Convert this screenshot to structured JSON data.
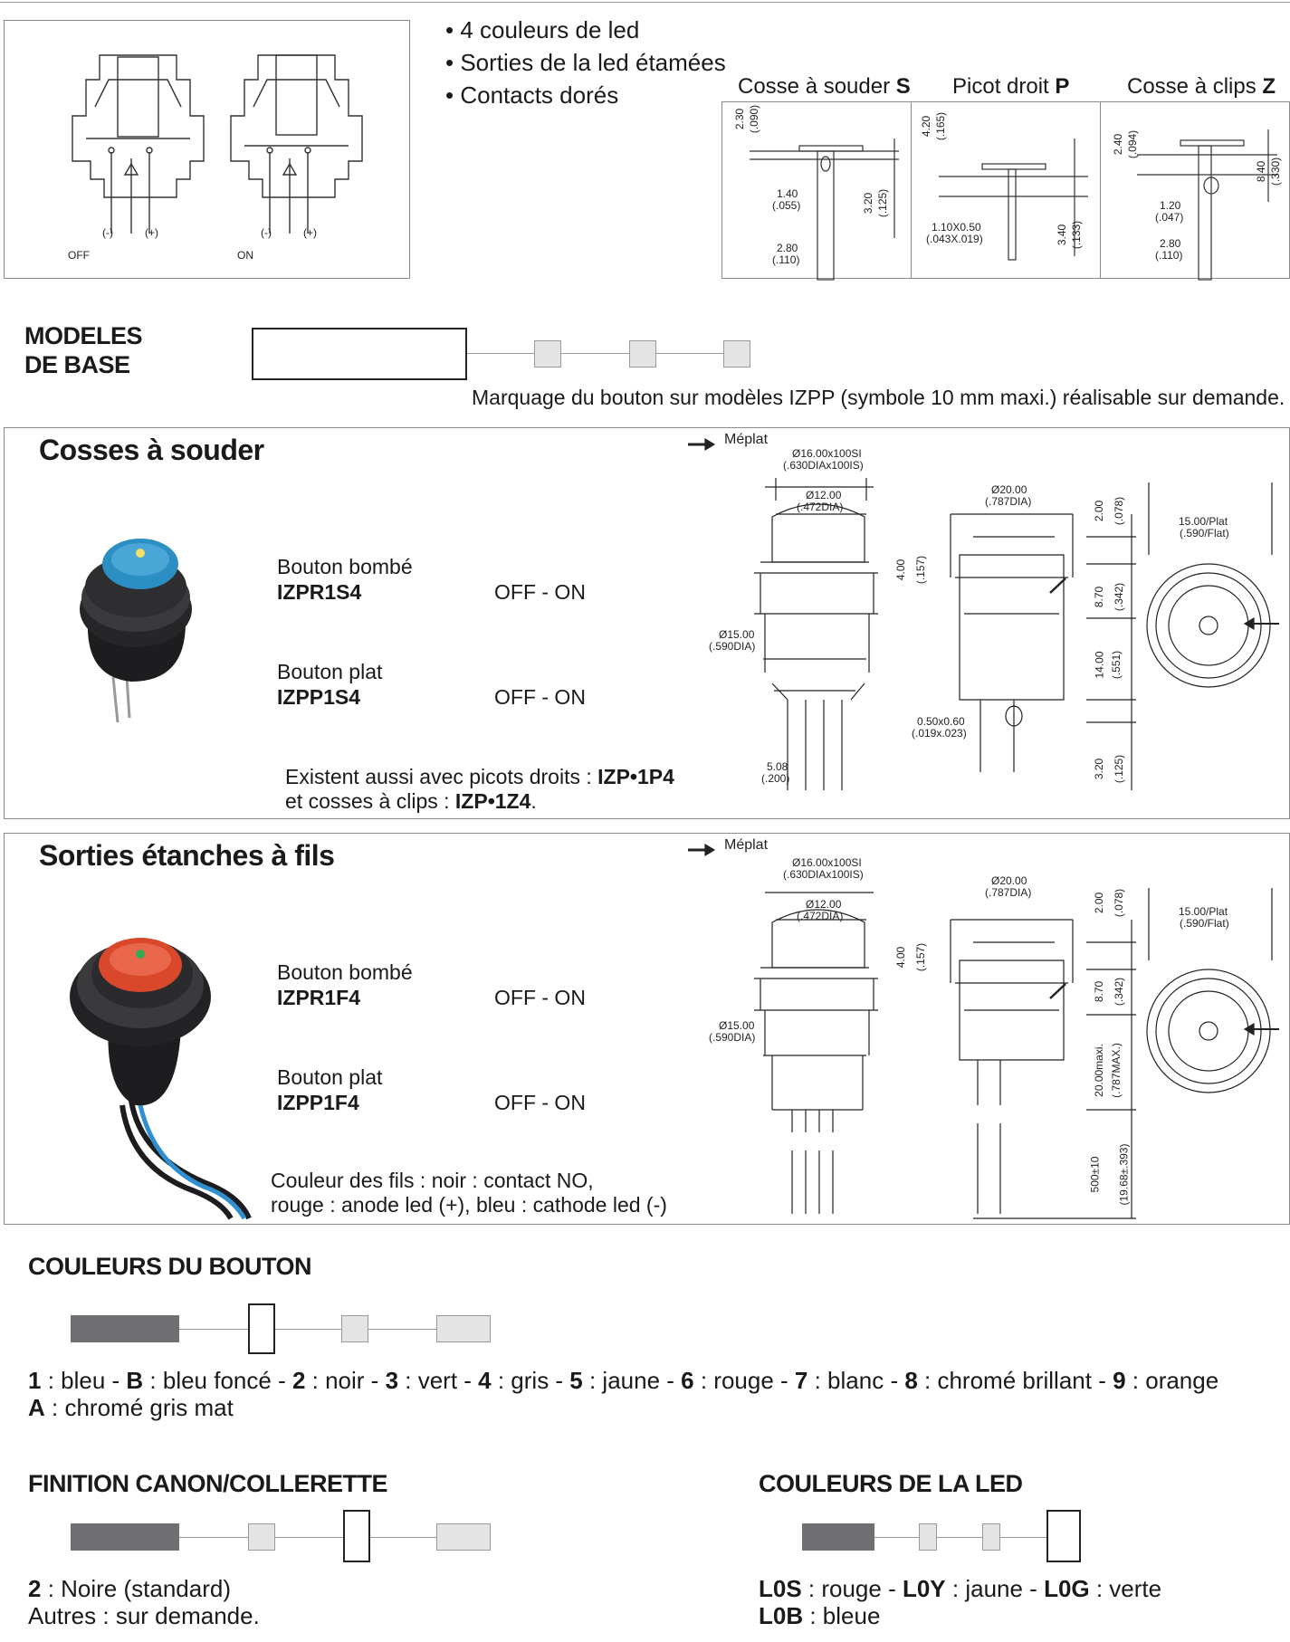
{
  "features": [
    "4 couleurs de led",
    "Sorties de la led étamées",
    "Contacts dorés"
  ],
  "circuit": {
    "off": "OFF",
    "on": "ON",
    "minus": "(-)",
    "plus": "(+)"
  },
  "terminals": {
    "s": {
      "label": "Cosse à souder ",
      "code": "S",
      "dims": [
        "2.30",
        "(.090)",
        "1.40",
        "(.055)",
        "3.20",
        "(.125)",
        "2.80",
        "(.110)"
      ]
    },
    "p": {
      "label": "Picot droit ",
      "code": "P",
      "dims": [
        "4.20",
        "(.165)",
        "1.10X0.50",
        "(.043X.019)",
        "3.40",
        "(.133)"
      ]
    },
    "z": {
      "label": "Cosse à clips ",
      "code": "Z",
      "dims": [
        "2.40",
        "(.094)",
        "8.40",
        "(.330)",
        "1.20",
        "(.047)",
        "2.80",
        "(.110)"
      ]
    }
  },
  "modeles": {
    "title_line1": "MODELES",
    "title_line2": "DE BASE",
    "note": "Marquage du bouton sur modèles IZPP (symbole 10 mm maxi.) réalisable sur demande."
  },
  "solder": {
    "title": "Cosses à souder",
    "bombe_label": "Bouton bombé",
    "bombe_code": "IZPR1S4",
    "bombe_func": "OFF - ON",
    "plat_label": "Bouton plat",
    "plat_code": "IZPP1S4",
    "plat_func": "OFF - ON",
    "note1_a": "Existent aussi avec picots droits : ",
    "note1_b": "IZP•1P4",
    "note2_a": "et cosses à clips : ",
    "note2_b": "IZP•1Z4",
    "note2_c": ".",
    "dims": {
      "meplat": "Méplat",
      "d16": "Ø16.00x100SI",
      "d16b": "(.630DIAx100IS)",
      "d12": "Ø12.00",
      "d12b": "(.472DIA)",
      "d20": "Ø20.00",
      "d20b": "(.787DIA)",
      "d15": "Ø15.00",
      "d15b": "(.590DIA)",
      "h200": "2.00",
      "h200b": "(.078)",
      "flat": "15.00/Plat",
      "flatb": "(.590/Flat)",
      "h400": "4.00",
      "h400b": "(.157)",
      "h870": "8.70",
      "h870b": "(.342)",
      "h1400": "14.00",
      "h1400b": "(.551)",
      "pin": "0.50x0.60",
      "pinb": "(.019x.023)",
      "h320": "3.20",
      "h320b": "(.125)",
      "w508": "5.08",
      "w508b": "(.200)"
    }
  },
  "wires": {
    "title": "Sorties étanches à fils",
    "bombe_label": "Bouton bombé",
    "bombe_code": "IZPR1F4",
    "bombe_func": "OFF - ON",
    "plat_label": "Bouton plat",
    "plat_code": "IZPP1F4",
    "plat_func": "OFF - ON",
    "note1": "Couleur des fils : noir : contact NO,",
    "note2": "rouge : anode led (+), bleu : cathode led (-)",
    "dims": {
      "meplat": "Méplat",
      "d16": "Ø16.00x100SI",
      "d16b": "(.630DIAx100IS)",
      "d12": "Ø12.00",
      "d12b": "(.472DIA)",
      "d20": "Ø20.00",
      "d20b": "(.787DIA)",
      "d15": "Ø15.00",
      "d15b": "(.590DIA)",
      "h200": "2.00",
      "h200b": "(.078)",
      "flat": "15.00/Plat",
      "flatb": "(.590/Flat)",
      "h400": "4.00",
      "h400b": "(.157)",
      "h870": "8.70",
      "h870b": "(.342)",
      "h2000": "20.00maxi.",
      "h2000b": "(.787MAX.)",
      "h500": "500±10",
      "h500b": "(19.68±.393)"
    }
  },
  "button_colors": {
    "title": "COULEURS DU BOUTON",
    "line1": [
      {
        "code": "1",
        "text": " : bleu - "
      },
      {
        "code": "B",
        "text": " : bleu foncé - "
      },
      {
        "code": "2",
        "text": " : noir - "
      },
      {
        "code": "3",
        "text": " : vert - "
      },
      {
        "code": "4",
        "text": " : gris - "
      },
      {
        "code": "5",
        "text": " : jaune - "
      },
      {
        "code": "6",
        "text": " : rouge - "
      },
      {
        "code": "7",
        "text": " : blanc - "
      },
      {
        "code": "8",
        "text": " : chromé brillant - "
      },
      {
        "code": "9",
        "text": " : orange"
      }
    ],
    "line2": {
      "code": "A",
      "text": " : chromé gris mat"
    }
  },
  "finish": {
    "title": "FINITION CANON/COLLERETTE",
    "code": "2",
    "text": " : Noire (standard)",
    "line2": "Autres : sur demande."
  },
  "led": {
    "title": "COULEURS DE LA LED",
    "line1": [
      {
        "code": "L0S",
        "text": " : rouge - "
      },
      {
        "code": "L0Y",
        "text": " : jaune - "
      },
      {
        "code": "L0G",
        "text": " : verte"
      }
    ],
    "line2": {
      "code": "L0B",
      "text": " : bleue"
    }
  },
  "colors": {
    "blue_button": "#2b8fc4",
    "red_button": "#d9482b",
    "config_dark": "#6f6f73",
    "config_light": "#e4e4e4"
  }
}
